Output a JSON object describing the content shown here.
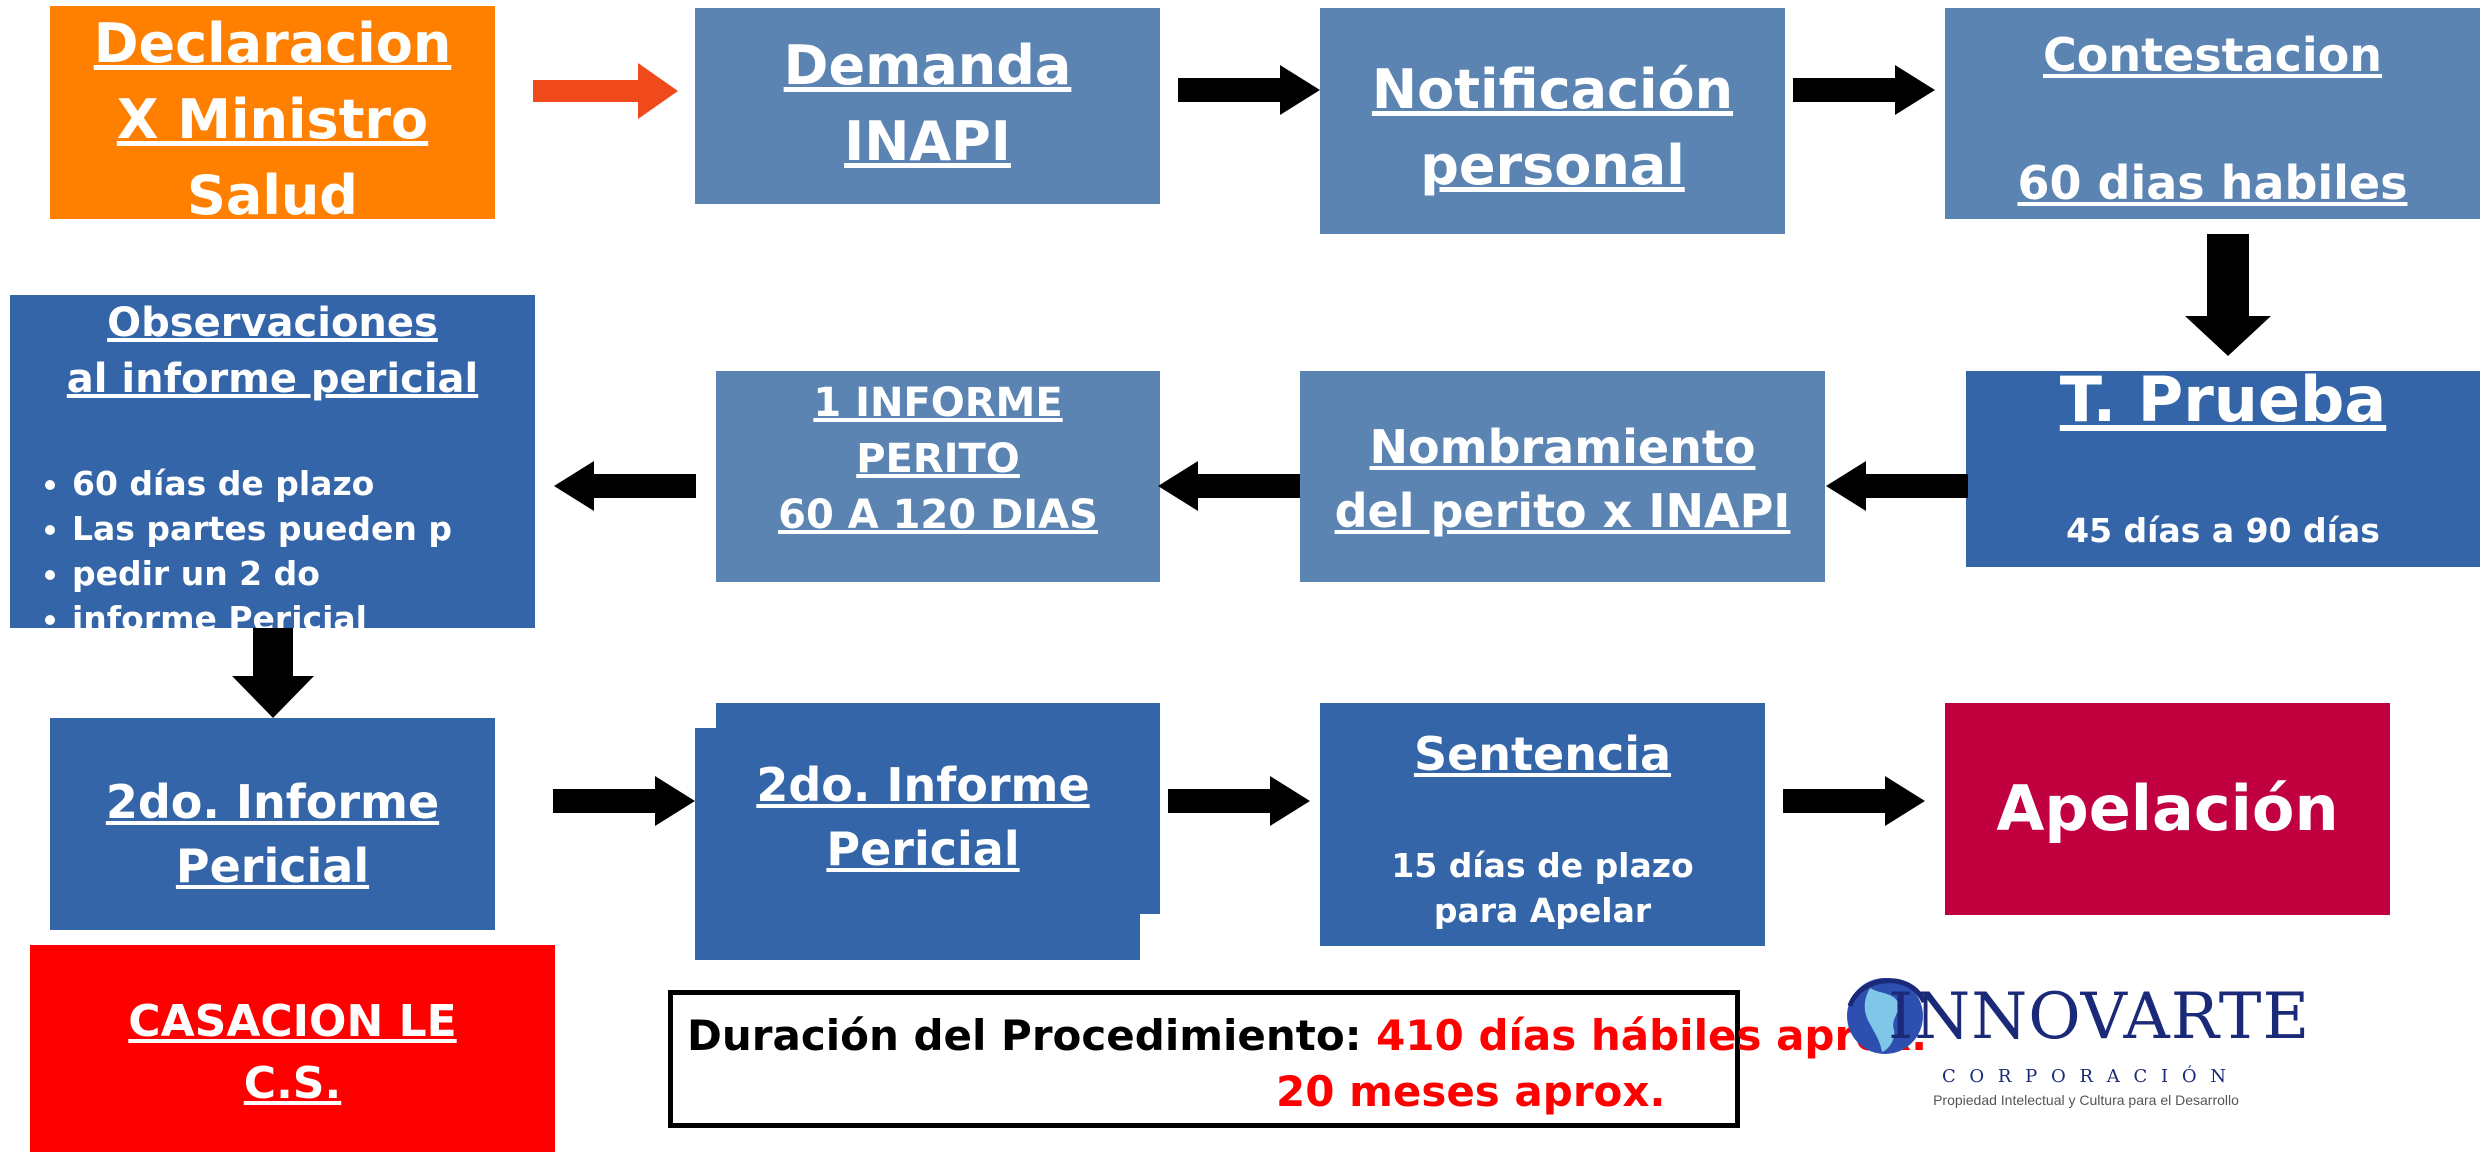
{
  "colors": {
    "orange": "#ff8000",
    "light_blue": "#5b84b3",
    "dark_blue": "#3365a8",
    "crimson": "#c0003f",
    "red": "#ff0000",
    "arrow_black": "#000000",
    "arrow_red": "#f04a1c",
    "duration_red": "#ff0000",
    "logo_navy": "#1b2a78",
    "logo_cyan": "#39b2d6"
  },
  "boxes": {
    "declaracion": [
      "Declaracion",
      "X  Ministro",
      "Salud"
    ],
    "demanda": [
      "Demanda",
      "INAPI"
    ],
    "notificacion": [
      "Notificación",
      "personal"
    ],
    "contestacion": {
      "title": "Contestacion",
      "subtitle": "60 dias habiles"
    },
    "prueba": {
      "title": "T. Prueba",
      "detail": "45 días a 90 días"
    },
    "nombramiento": [
      "Nombramiento",
      "del perito x INAPI"
    ],
    "informe_perito": [
      "1 INFORME",
      "PERITO",
      "60 A 120 DIAS"
    ],
    "observaciones": {
      "title_lines": [
        "Observaciones",
        "al informe pericial"
      ],
      "bullets": [
        "60 días de plazo",
        "Las partes pueden p",
        "pedir un 2 do",
        "informe Pericial"
      ]
    },
    "segundo_informe_left": [
      "2do. Informe",
      "Pericial"
    ],
    "segundo_informe_mid": [
      "2do. Informe",
      "Pericial"
    ],
    "sentencia": {
      "title": "Sentencia",
      "detail": [
        "15 días de plazo",
        "para Apelar"
      ]
    },
    "apelacion": "Apelación",
    "casacion": [
      "CASACION LE",
      "C.S."
    ]
  },
  "duration": {
    "label": "Duración del Procedimiento:",
    "days": "410 días hábiles aprox.",
    "months": "20 meses aprox."
  },
  "logo": {
    "name": "INNOVARTE",
    "subtitle": "C O R P O R A C I Ó N",
    "tagline": "Propiedad Intelectual y Cultura para el Desarrollo"
  }
}
